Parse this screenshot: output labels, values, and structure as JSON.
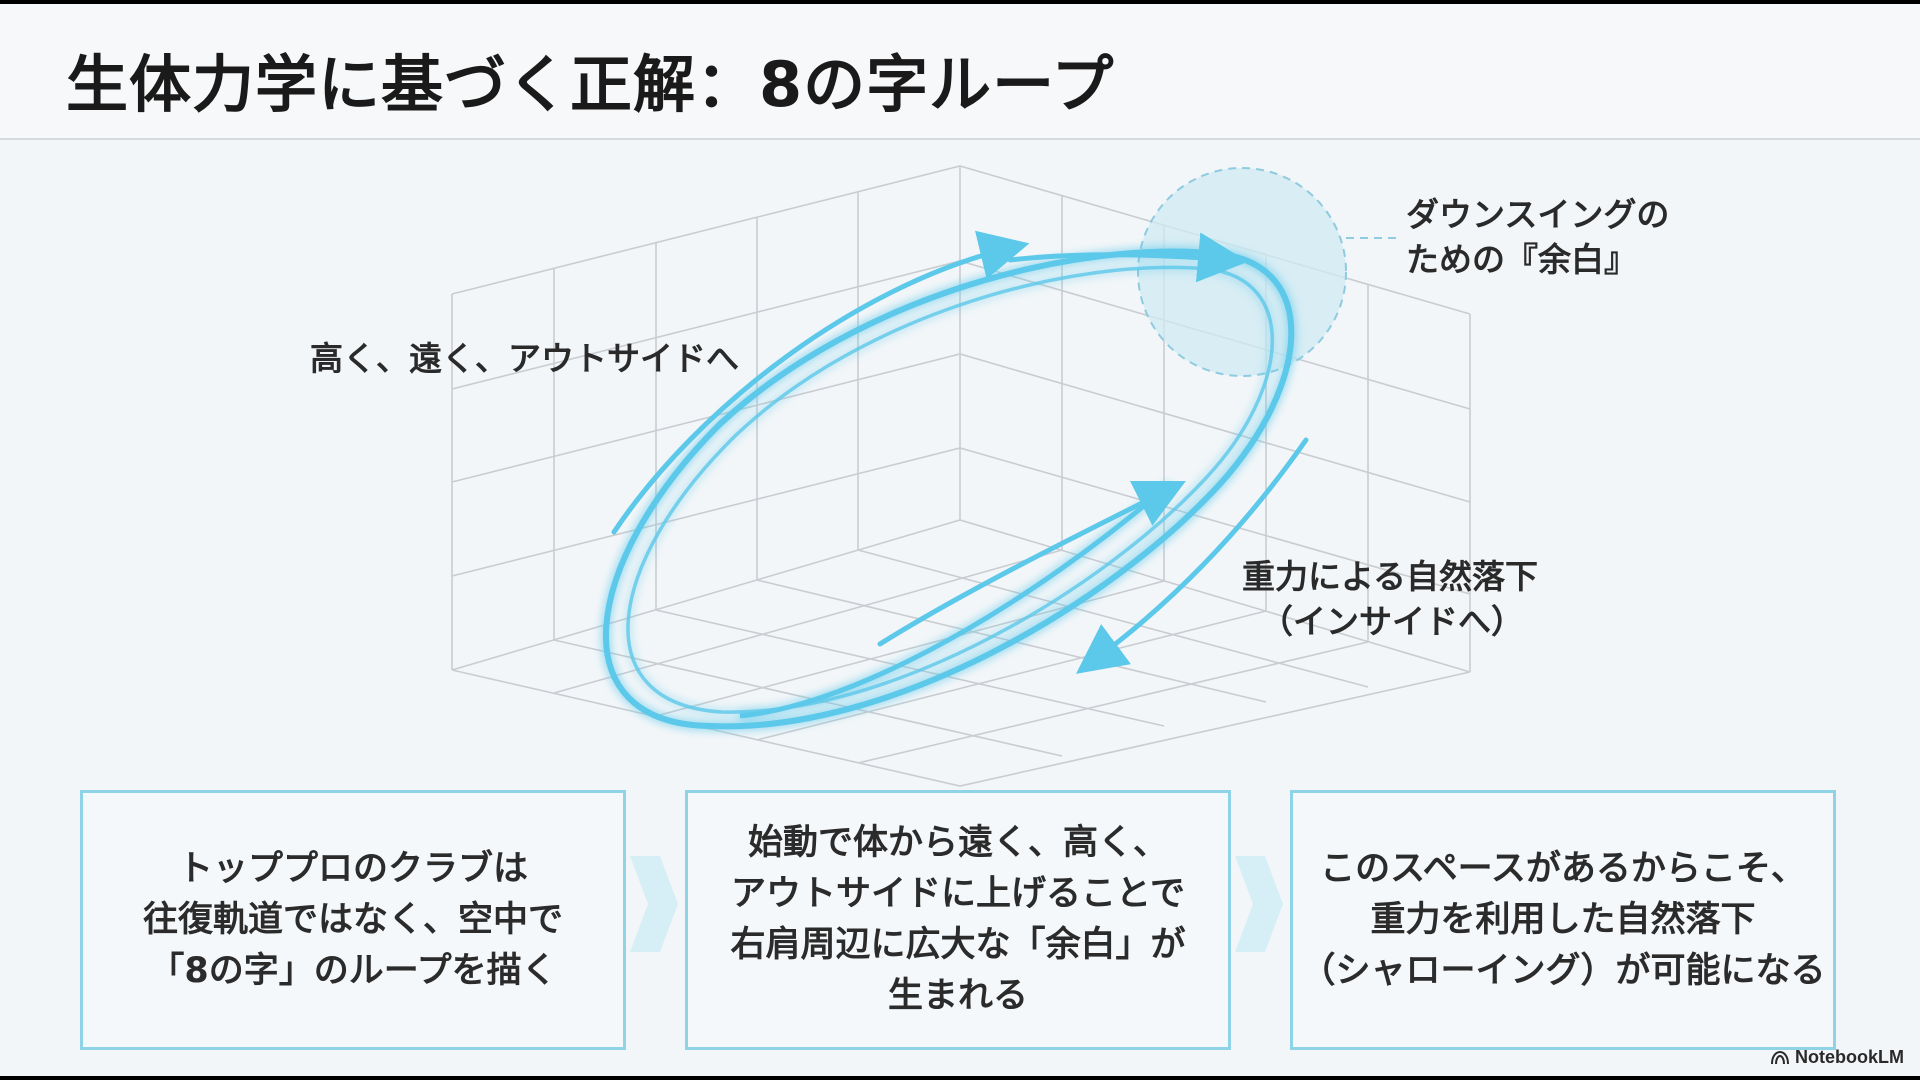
{
  "title": "生体力学に基づく正解：8の字ループ",
  "diagram": {
    "label_outside": "高く、遠く、アウトサイドへ",
    "label_space": [
      "ダウンスイングの",
      "ための『余白』"
    ],
    "label_gravity": [
      "重力による自然落下",
      "（インサイドへ）"
    ]
  },
  "steps": [
    {
      "lines": [
        "トッププロのクラブは",
        "往復軌道ではなく、空中で",
        "「8の字」のループを描く"
      ]
    },
    {
      "lines": [
        "始動で体から遠く、高く、",
        "アウトサイドに上げることで",
        "右肩周辺に広大な「余白」が",
        "生まれる"
      ]
    },
    {
      "lines": [
        "このスペースがあるからこそ、",
        "重力を利用した自然落下",
        "（シャローイング）が可能になる"
      ]
    }
  ],
  "brand": "NotebookLM",
  "colors": {
    "loop": "#5cc8ea",
    "grid": "#c9ccd0",
    "box_border": "#8ed3e6",
    "space_circle": "#cfe9f3"
  }
}
